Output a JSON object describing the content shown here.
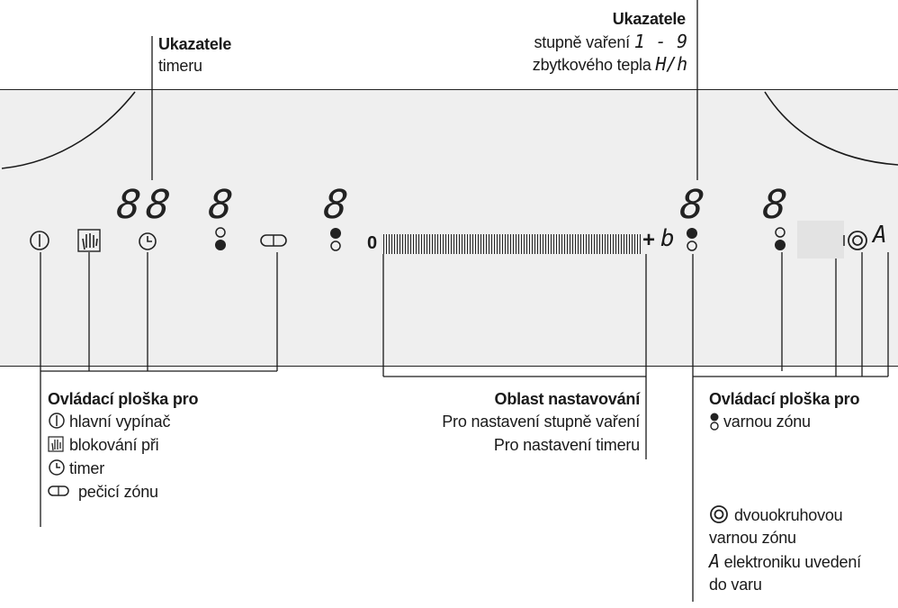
{
  "top_left_label": {
    "title": "Ukazatele",
    "sub": "timeru"
  },
  "top_right_label": {
    "title": "Ukazatele",
    "line1": "stupně vaření",
    "line1_sym": "1 - 9",
    "line2": "zbytkového tepla",
    "line2_sym": "H/h"
  },
  "panel": {
    "displays": {
      "timer": "88",
      "d1": "8",
      "d2": "8",
      "d3": "8",
      "d4": "8",
      "a_symbol": "A"
    },
    "icons": {
      "power": "power-icon",
      "lock": "hand-lock-icon",
      "timer": "clock-icon",
      "zone": "zone-dots-icon",
      "oven": "oval-zone-icon",
      "dual": "dual-ring-icon"
    },
    "slider_start": "0",
    "slider_end": "+",
    "slider_b": "b"
  },
  "bottom_left": {
    "title": "Ovládací ploška pro",
    "items": [
      "hlavní vypínač",
      "blokování při",
      "timer",
      "pečicí zónu"
    ]
  },
  "bottom_center": {
    "title": "Oblast nastavování",
    "line1": "Pro nastavení stupně vaření",
    "line2": "Pro nastavení timeru"
  },
  "bottom_right": {
    "title": "Ovládací ploška pro",
    "item1": "varnou zónu",
    "item2a": "dvouokruhovou",
    "item2b": "varnou zónu",
    "item3a": "elektroniku uvedení",
    "item3b": "do varu"
  }
}
